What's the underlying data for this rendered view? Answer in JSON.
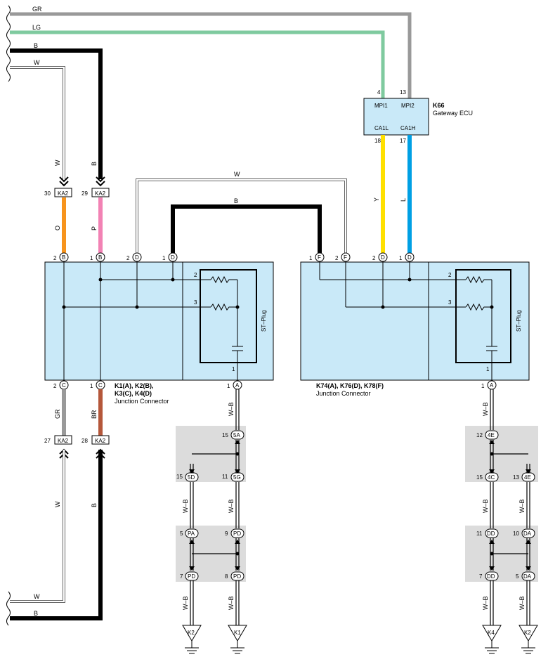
{
  "wire_labels": {
    "gr_top": "GR",
    "lg_top": "LG",
    "b_top": "B",
    "w_top": "W",
    "w_vert": "W",
    "b_vert": "B",
    "o": "O",
    "p": "P",
    "w_mid": "W",
    "b_mid": "B",
    "y": "Y",
    "l": "L",
    "gr_low": "GR",
    "br_low": "BR",
    "w_low_vert": "W",
    "b_low_vert": "B",
    "w_bottom": "W",
    "b_bottom": "B",
    "wb": "W–B"
  },
  "ecu": {
    "ref": "K66",
    "name": "Gateway ECU",
    "pin_mpi1": "MPI1",
    "pin_mpi2": "MPI2",
    "pin_ca1l": "CA1L",
    "pin_ca1h": "CA1H",
    "num_4": "4",
    "num_13": "13",
    "num_18": "18",
    "num_17": "17"
  },
  "jc_left": {
    "refs_line1": "K1(A), K2(B),",
    "refs_line2": "K3(C), K4(D)",
    "name": "Junction Connector",
    "st_plug": "ST–Plug"
  },
  "jc_right": {
    "refs": "K74(A), K76(D), K78(F)",
    "name": "Junction Connector",
    "st_plug": "ST–Plug"
  },
  "connector_ka2": "KA2",
  "pins": {
    "n1": "1",
    "n2": "2",
    "n3": "3",
    "n5": "5",
    "n7": "7",
    "n8": "8",
    "n9": "9",
    "n10": "10",
    "n11": "11",
    "n12": "12",
    "n13": "13",
    "n15": "15",
    "n27": "27",
    "n28": "28",
    "n29": "29",
    "n30": "30"
  },
  "pin_letters": {
    "A": "A",
    "B": "B",
    "C": "C",
    "D": "D",
    "F": "F"
  },
  "junctions": {
    "j5A": "5A",
    "j5D": "5D",
    "j5G": "5G",
    "jPA": "PA",
    "jPD": "PD",
    "j4E": "4E",
    "j4C": "4C",
    "jDD": "DD",
    "jDA": "DA"
  },
  "grounds": {
    "k2": "K2",
    "k1": "K1",
    "k4": "K4"
  },
  "colors": {
    "gray": "#999999",
    "light_green": "#7fca9f",
    "orange": "#f7941d",
    "pink": "#f282b4",
    "yellow": "#ffe000",
    "blue": "#00a0e4",
    "brown": "#b5573a",
    "box_fill": "#c9e9f8",
    "band_fill": "#dcdcdc"
  }
}
